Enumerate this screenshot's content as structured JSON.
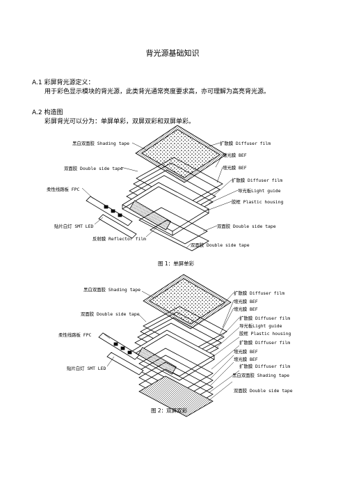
{
  "doc": {
    "title": "背光源基础知识",
    "s1_heading": "A.1 彩屏背光源定义：",
    "s1_text": "用于彩色显示模块的背光源，此类背光通常亮度要求高，亦可理解为高亮背光源。",
    "s2_heading": "A.2 构造图",
    "s2_text": "彩屏背光可以分为：单屏单彩，双屏双彩和双屏单彩。"
  },
  "figure1": {
    "caption": "图 1：单屏单彩",
    "labels": {
      "shading_tape": "黑白双面胶 Shading tape",
      "double_side_tape_left": "双面胶 Double side tape",
      "fpc": "柔性线路板 FPC",
      "smt_led": "贴片白灯 SMT LED",
      "reflector": "反射膜 Reflector film",
      "diffuser1": "扩散膜 Diffuser film",
      "bef1": "增光膜 BEF",
      "bef2": "增光膜 BEF",
      "diffuser2": "扩散膜 Diffuser film",
      "light_guide": "导光板Light guide",
      "plastic_housing": "胶框 Plastic housing",
      "double_side_tape_right": "双面胶 Double side tape",
      "double_side_tape_bottom": "双面胶 Double side tape"
    }
  },
  "figure2": {
    "caption": "图 2：双屏双彩",
    "labels": {
      "shading_tape": "黑白双面胶 Shading tape",
      "double_side_tape_left": "双面胶 Double side tape",
      "fpc": "柔性线路板 FPC",
      "smt_led": "贴片白灯 SMT LED",
      "diffuser1": "扩散膜 Diffuser film",
      "bef1": "增光膜 BEF",
      "bef2": "增光膜 BEF",
      "diffuser2": "扩散膜 Diffuser film",
      "light_guide": "导光板Light guide",
      "plastic_housing": "胶框 Plastic housing",
      "diffuser3": "扩散膜 Diffuser film",
      "bef3": "增光膜 BEF",
      "bef4": "增光膜 BEF",
      "diffuser4": "扩散膜 Diffuser film",
      "shading_tape_right": "黑白双面胶 Shading tape",
      "double_side_tape_right": "双面胶 Double side tape"
    }
  }
}
